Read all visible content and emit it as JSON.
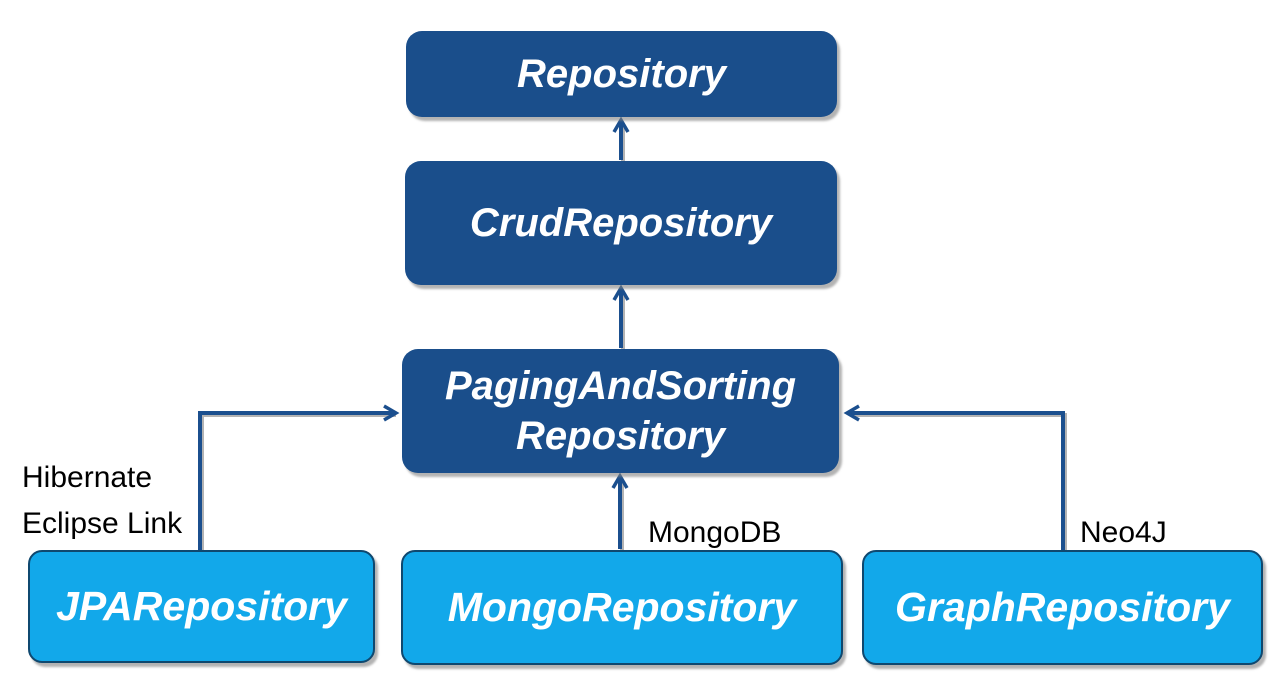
{
  "colors": {
    "dark_box": "#1a4e8b",
    "light_box": "#12a8ea",
    "light_box_border": "#0f486f",
    "box_text": "#ffffff",
    "line": "#1b4f8e",
    "label_text": "#000000",
    "background": "#ffffff"
  },
  "diagram": {
    "type": "inheritance-hierarchy",
    "nodes": {
      "repository": {
        "label": "Repository"
      },
      "crud_repository": {
        "label": "CrudRepository"
      },
      "paging_and_sorting_repository": {
        "label_line1": "PagingAndSorting",
        "label_line2": "Repository"
      },
      "jpa_repository": {
        "label": "JPARepository"
      },
      "mongo_repository": {
        "label": "MongoRepository"
      },
      "graph_repository": {
        "label": "GraphRepository"
      }
    },
    "edges": [
      {
        "from": "CrudRepository",
        "to": "Repository",
        "label": ""
      },
      {
        "from": "PagingAndSortingRepository",
        "to": "CrudRepository",
        "label": ""
      },
      {
        "from": "JPARepository",
        "to": "PagingAndSortingRepository",
        "label": "Hibernate / Eclipse Link"
      },
      {
        "from": "MongoRepository",
        "to": "PagingAndSortingRepository",
        "label": "MongoDB"
      },
      {
        "from": "GraphRepository",
        "to": "PagingAndSortingRepository",
        "label": "Neo4J"
      }
    ],
    "edge_labels": {
      "hibernate": "Hibernate",
      "eclipse_link": "Eclipse Link",
      "mongodb": "MongoDB",
      "neo4j": "Neo4J"
    }
  }
}
